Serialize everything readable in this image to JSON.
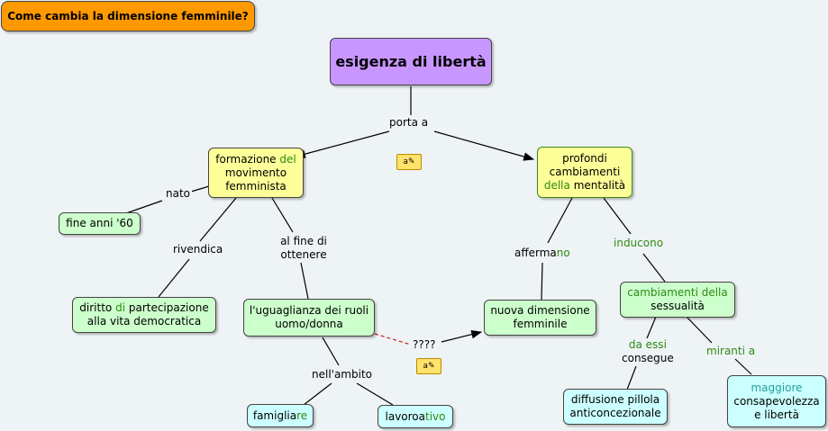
{
  "title": "Come cambia la dimensione femminile?",
  "root": "esigenza di libertà",
  "nodes": {
    "movimento": [
      "formazione ",
      "del",
      " movimento femminista"
    ],
    "fine_anni": "fine anni '60",
    "diritto": [
      "diritto ",
      "di",
      " partecipazione alla vita democratica"
    ],
    "uguaglianza": "l'uguaglianza dei ruoli uomo/donna",
    "famiglia": [
      "famiglia",
      "re"
    ],
    "lavoro": [
      "lavoroa",
      "tivo"
    ],
    "mentalita": [
      "profondi cambiamenti ",
      "della",
      " mentalità"
    ],
    "nuova": "nuova dimensione femminile",
    "sessualita": [
      "cambiamenti della",
      " sessualità"
    ],
    "pillola": "diffusione pillola anticoncezionale",
    "consapevolezza": [
      "maggiore",
      " consapevolezza",
      " e libertà"
    ]
  },
  "labels": {
    "porta_a": "porta a",
    "nato": "nato",
    "rivendica": "rivendica",
    "al_fine": "al fine di ottenere",
    "nell_ambito": "nell'ambito",
    "question": "????",
    "afferma": [
      "afferma",
      "no"
    ],
    "inducono": "inducono",
    "da_essi": "da essi",
    "consegue": "consegue",
    "miranti": "miranti a"
  },
  "colors": {
    "background": "#eef3f5",
    "title_box": "#ff9900",
    "root_box": "#c896ff",
    "yellow_box": "#ffff99",
    "green_box": "#ccffcc",
    "cyan_box": "#ccffff",
    "green_text": "#2e8b14",
    "teal_text": "#20a0a0",
    "dashed_link": "#cc2222"
  },
  "icons": [
    "note-icon",
    "note-icon"
  ]
}
